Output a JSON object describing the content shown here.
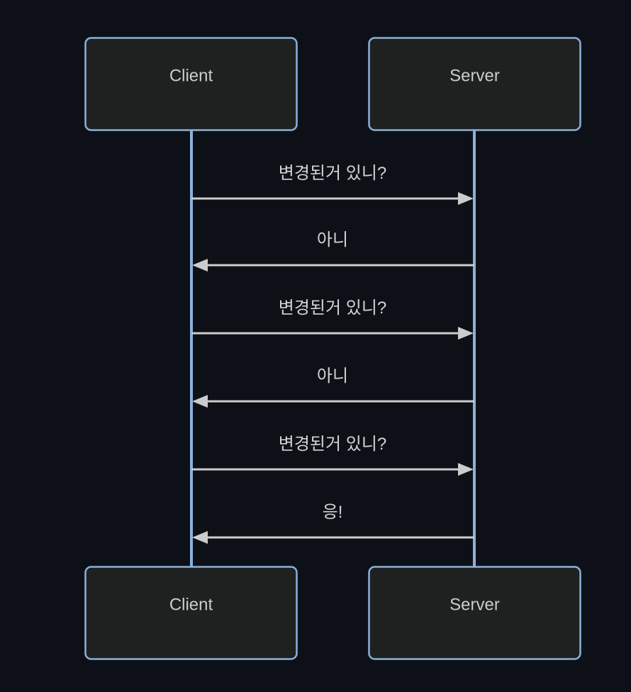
{
  "diagram": {
    "type": "sequence-diagram",
    "theme": {
      "background": "#0d1117",
      "actor_fill": "#1f2121",
      "actor_border": "#8bb0da",
      "lifeline_color": "#8bb0da",
      "signal_color": "#cccccc",
      "actor_text_color": "#cccccc",
      "message_text_color": "#d3d3d3"
    },
    "actors": [
      {
        "id": "client",
        "label": "Client"
      },
      {
        "id": "server",
        "label": "Server"
      }
    ],
    "messages": [
      {
        "from": "client",
        "to": "server",
        "direction": "right",
        "label": "변경된거 있니?"
      },
      {
        "from": "server",
        "to": "client",
        "direction": "left",
        "label": "아니"
      },
      {
        "from": "client",
        "to": "server",
        "direction": "right",
        "label": "변경된거 있니?"
      },
      {
        "from": "server",
        "to": "client",
        "direction": "left",
        "label": "아니"
      },
      {
        "from": "client",
        "to": "server",
        "direction": "right",
        "label": "변경된거 있니?"
      },
      {
        "from": "server",
        "to": "client",
        "direction": "left",
        "label": "응!"
      }
    ]
  }
}
